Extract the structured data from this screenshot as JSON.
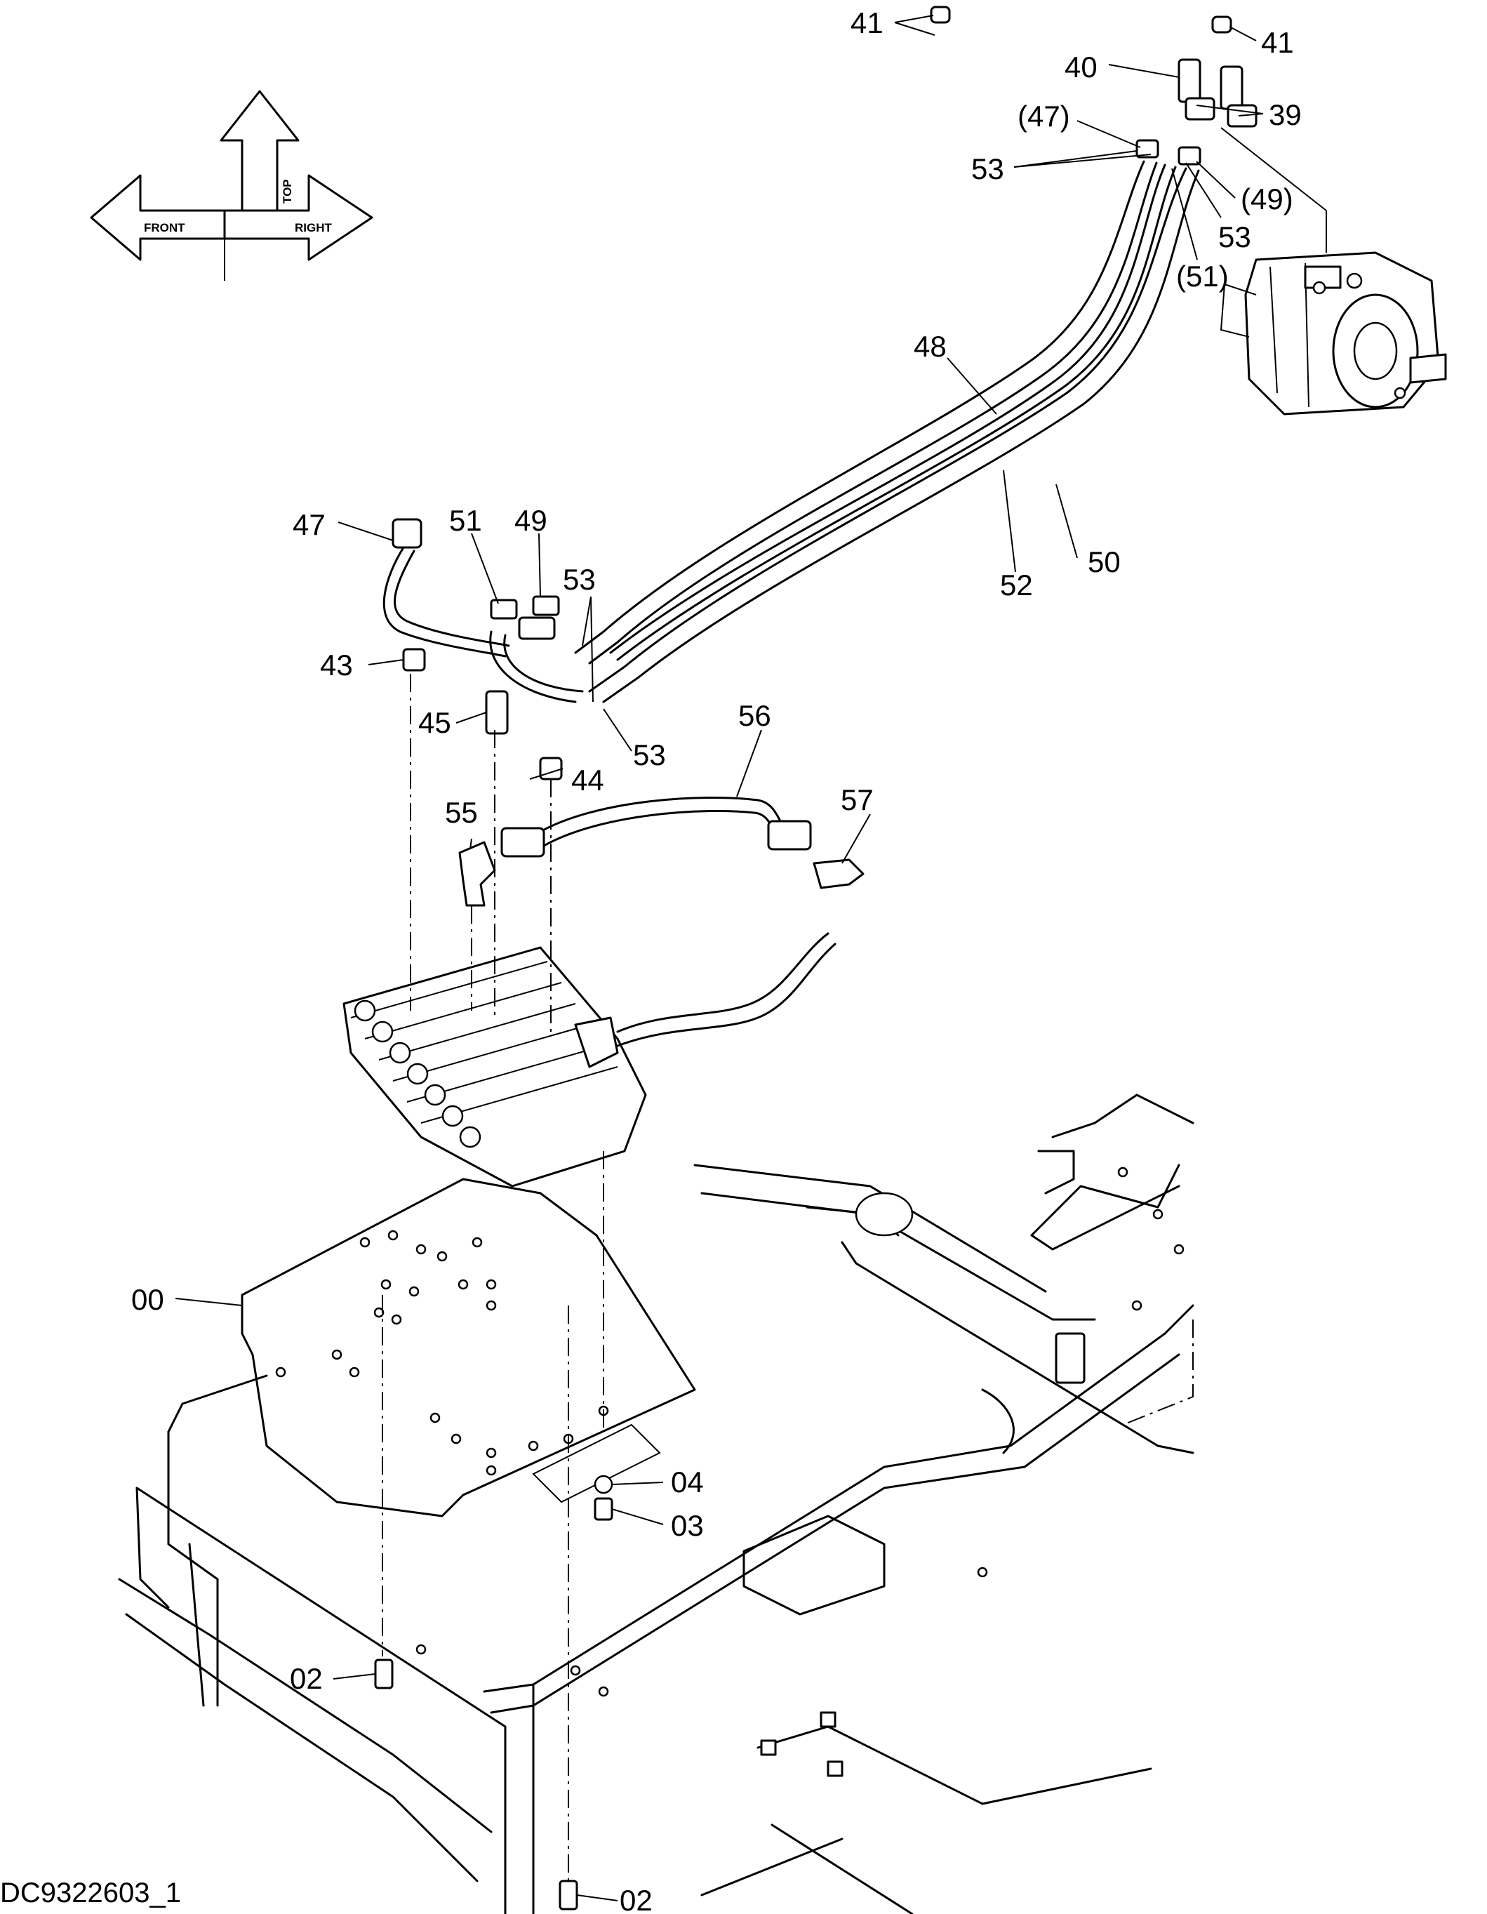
{
  "drawing_id": "DC9322603_1",
  "orientation_glyph": {
    "top": "TOP",
    "front": "FRONT",
    "right": "RIGHT"
  },
  "callouts": [
    {
      "id": "c41a",
      "text": "41"
    },
    {
      "id": "c41b",
      "text": "41"
    },
    {
      "id": "c40",
      "text": "40"
    },
    {
      "id": "c39",
      "text": "39"
    },
    {
      "id": "c47p",
      "text": "(47)"
    },
    {
      "id": "c53a",
      "text": "53"
    },
    {
      "id": "c49p",
      "text": "(49)"
    },
    {
      "id": "c53b",
      "text": "53"
    },
    {
      "id": "c51p",
      "text": "(51)"
    },
    {
      "id": "c48",
      "text": "48"
    },
    {
      "id": "c52",
      "text": "52"
    },
    {
      "id": "c50",
      "text": "50"
    },
    {
      "id": "c47",
      "text": "47"
    },
    {
      "id": "c51",
      "text": "51"
    },
    {
      "id": "c49",
      "text": "49"
    },
    {
      "id": "c53c",
      "text": "53"
    },
    {
      "id": "c43",
      "text": "43"
    },
    {
      "id": "c45",
      "text": "45"
    },
    {
      "id": "c53d",
      "text": "53"
    },
    {
      "id": "c56",
      "text": "56"
    },
    {
      "id": "c44",
      "text": "44"
    },
    {
      "id": "c57",
      "text": "57"
    },
    {
      "id": "c55",
      "text": "55"
    },
    {
      "id": "c00",
      "text": "00"
    },
    {
      "id": "c04",
      "text": "04"
    },
    {
      "id": "c03",
      "text": "03"
    },
    {
      "id": "c02a",
      "text": "02"
    },
    {
      "id": "c02b",
      "text": "02"
    }
  ]
}
